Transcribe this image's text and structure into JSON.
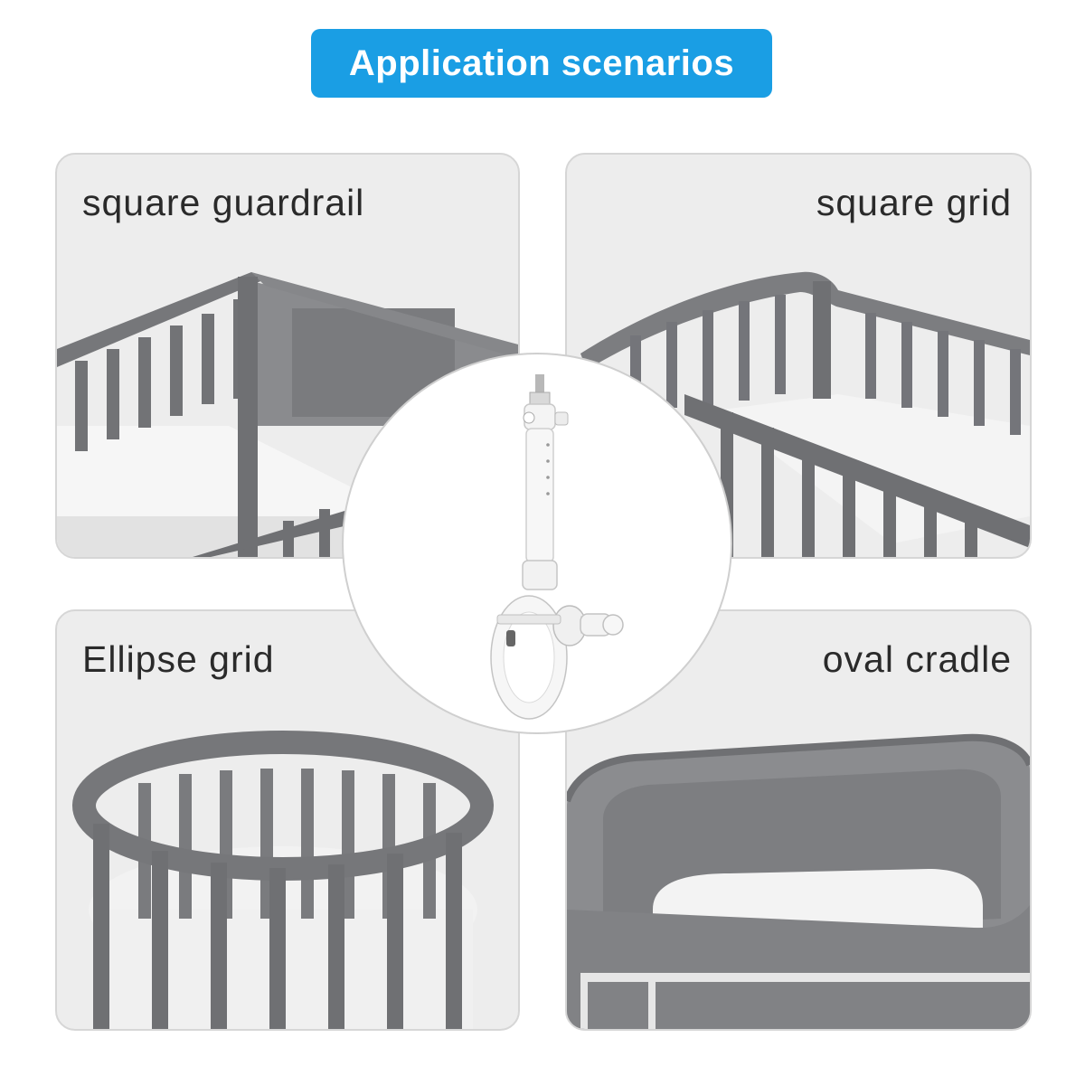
{
  "header": {
    "title": "Application scenarios"
  },
  "scenarios": [
    {
      "label": "square guardrail"
    },
    {
      "label": "square grid"
    },
    {
      "label": "Ellipse grid"
    },
    {
      "label": "oval cradle"
    }
  ],
  "colors": {
    "accent": "#1a9ee4",
    "crib_gray": "#6f7073",
    "card_bg": "#ededed"
  },
  "product": {
    "icon": "crib-mobile-arm-icon"
  }
}
